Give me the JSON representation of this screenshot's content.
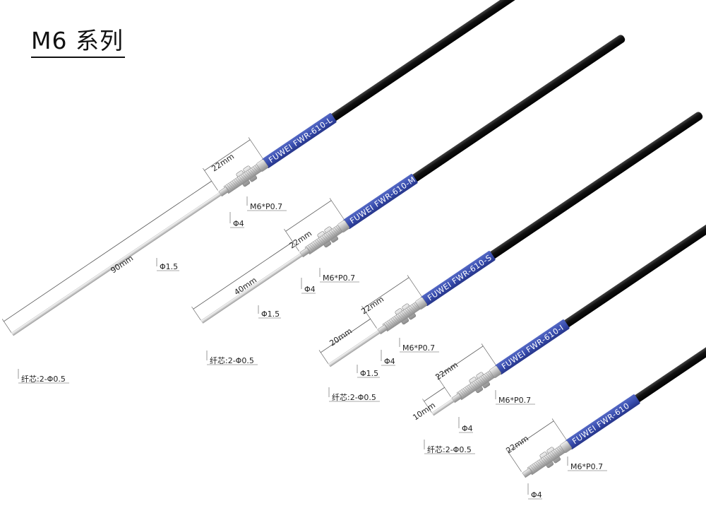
{
  "title": "M6 系列",
  "colors": {
    "cable": "#111111",
    "sleeve": "#3a4fb0",
    "metal": "#c8c8c8",
    "text": "#222222",
    "dim_line": "#555555"
  },
  "sensors": [
    {
      "model": "FUWEI FWR-610-L",
      "thread": "M6*P0.7",
      "body_length": "22mm",
      "body_diameter": "Φ4",
      "probe_length": "90mm",
      "probe_diameter": "Φ1.5",
      "core": "纤芯:2-Φ0.5"
    },
    {
      "model": "FUWEI FWR-610-M",
      "thread": "M6*P0.7",
      "body_length": "22mm",
      "body_diameter": "Φ4",
      "probe_length": "40mm",
      "probe_diameter": "Φ1.5",
      "core": "纤芯:2-Φ0.5"
    },
    {
      "model": "FUWEI FWR-610-S",
      "thread": "M6*P0.7",
      "body_length": "22mm",
      "body_diameter": "Φ4",
      "probe_length": "20mm",
      "probe_diameter": "Φ1.5",
      "core": "纤芯:2-Φ0.5"
    },
    {
      "model": "FUWEI FWR-610-I",
      "thread": "M6*P0.7",
      "body_length": "22mm",
      "body_diameter": "Φ4",
      "probe_length": "10mm",
      "core": "纤芯:2-Φ0.5"
    },
    {
      "model": "FUWEI FWR-610",
      "thread": "M6*P0.7",
      "body_length": "22mm",
      "body_diameter": "Φ4"
    }
  ]
}
